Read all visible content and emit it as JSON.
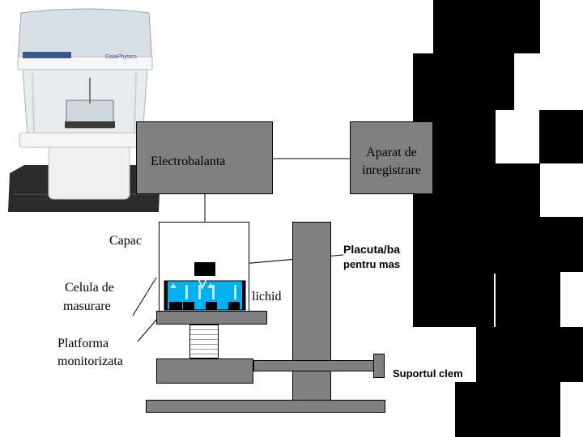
{
  "device_photo": {
    "logo_text": "DataPhysics"
  },
  "labels": {
    "electrobalanta": "Electrobalanta",
    "aparat_line1": "Aparat de",
    "aparat_line2": "inregistrare",
    "capac": "Capac",
    "placuta_line1": "Placuta/ba",
    "placuta_line2": "pentru mas",
    "celula_line1": "Celula de",
    "celula_line2": "masurare",
    "lichid": "lichid",
    "platforma_line1": "Platforma",
    "platforma_line2": "monitorizata",
    "suport": "Suportul clem"
  },
  "colors": {
    "box_fill": "#808080",
    "liquid": "#00b0f0",
    "probe": "#000000",
    "bars": "#000000"
  }
}
